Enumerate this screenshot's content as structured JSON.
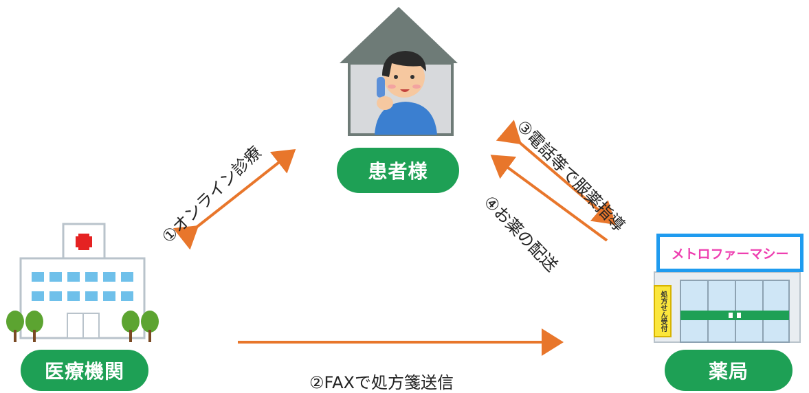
{
  "nodes": {
    "patient": "患者様",
    "hospital": "医療機関",
    "pharmacy": "薬局"
  },
  "edges": {
    "online_consultation": "①オンライン診療",
    "fax_prescription": "②FAXで処方箋送信",
    "phone_guidance": "③電話等で服薬指導",
    "delivery": "④お薬の配送"
  },
  "pharmacy_sign": "メトロファーマシー",
  "prescription_sign": "処方せん受付",
  "colors": {
    "pill_green": "#1ea055",
    "arrow_orange": "#e8762b",
    "sign_blue": "#1f9bef",
    "sign_text_pink": "#ee3fb0"
  }
}
